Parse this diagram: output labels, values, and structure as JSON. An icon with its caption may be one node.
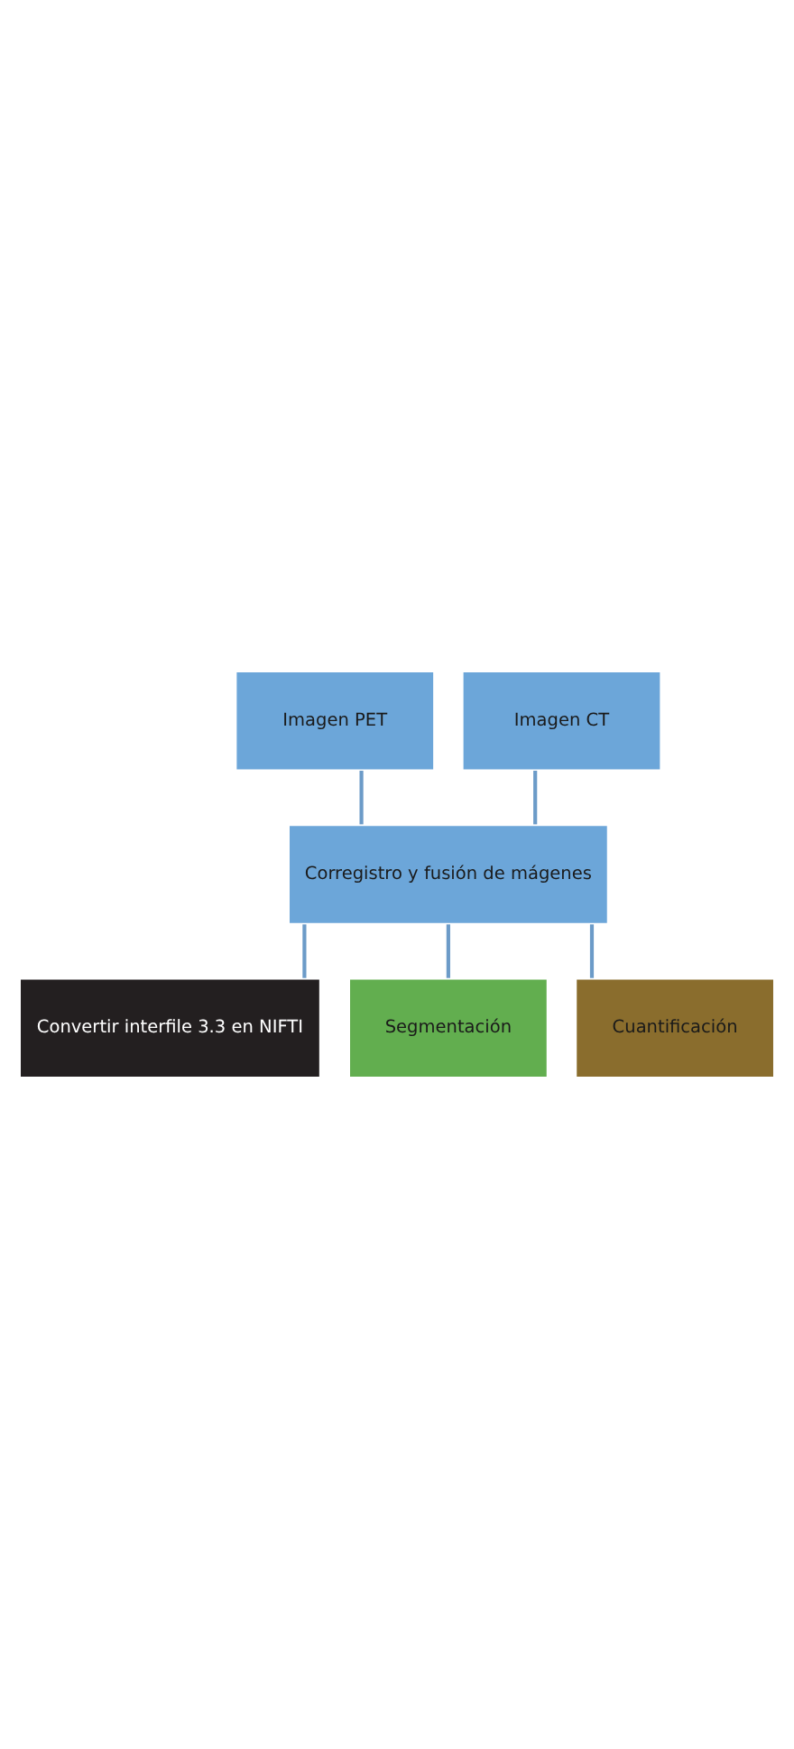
{
  "diagram": {
    "nodes": [
      {
        "text": [
          "Imagen PET"
        ]
      },
      {
        "text": [
          "Imagen CT"
        ]
      },
      {
        "text": [
          "Corregistro y fusión de mágenes"
        ]
      },
      {
        "text": [
          "Convertir interfile 3.3 en NIFTI"
        ]
      },
      {
        "text": [
          "Segmentación"
        ]
      },
      {
        "text": [
          "Cuantificación"
        ]
      }
    ],
    "edges": [
      {
        "from": 0,
        "to": 2,
        "arrow": "none"
      },
      {
        "from": 1,
        "to": 2,
        "arrow": "none"
      },
      {
        "from": 2,
        "to": 3,
        "arrow": "none"
      },
      {
        "from": 2,
        "to": 4,
        "arrow": "none"
      },
      {
        "from": 2,
        "to": 5,
        "arrow": "none"
      }
    ]
  }
}
